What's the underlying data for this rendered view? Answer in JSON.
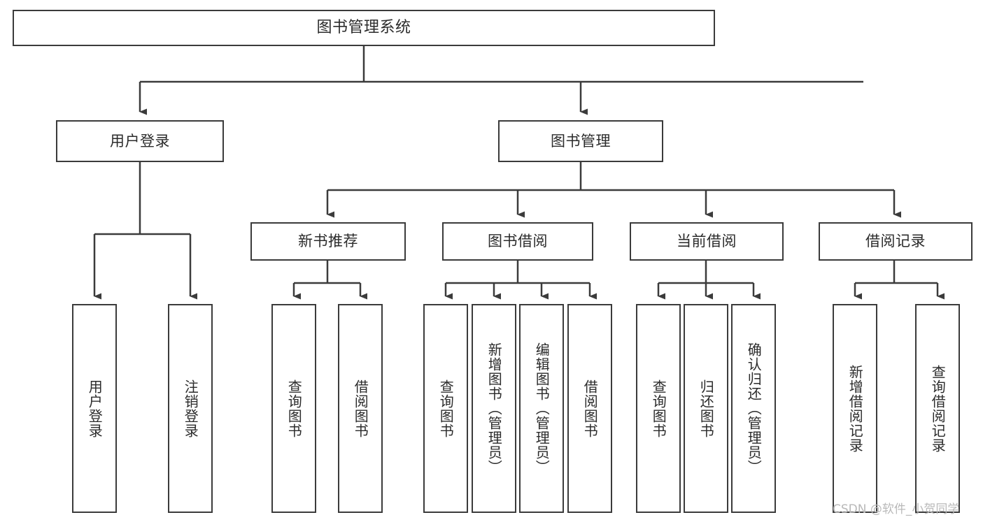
{
  "diagram": {
    "type": "tree",
    "title": "图书管理系统",
    "orientation": "top-down",
    "colors": {
      "box_border": "#3b3b3b",
      "box_fill": "#ffffff",
      "edge": "#3b3b3b",
      "text": "#2b2b2b",
      "watermark": "#b9b9b9",
      "background": "#ffffff"
    },
    "watermark": "CSDN @软件_小贺同学"
  },
  "nodes": {
    "root": {
      "label": "图书管理系统"
    },
    "level1": [
      {
        "id": "user-login",
        "label": "用户登录"
      },
      {
        "id": "book-management",
        "label": "图书管理"
      }
    ],
    "level2": [
      {
        "id": "new-book-recommend",
        "label": "新书推荐"
      },
      {
        "id": "book-borrow",
        "label": "图书借阅"
      },
      {
        "id": "current-borrow",
        "label": "当前借阅"
      },
      {
        "id": "borrow-record",
        "label": "借阅记录"
      }
    ],
    "leaves": {
      "user_login": [
        {
          "id": "leaf-user-login",
          "label": "用户登录"
        },
        {
          "id": "leaf-logout-login",
          "label": "注销登录"
        }
      ],
      "new_book_recommend": [
        {
          "id": "leaf-query-book-1",
          "label": "查询图书"
        },
        {
          "id": "leaf-borrow-book-1",
          "label": "借阅图书"
        }
      ],
      "book_borrow": [
        {
          "id": "leaf-query-book-2",
          "label": "查询图书"
        },
        {
          "id": "leaf-add-book",
          "label": "新增图书（管理员）"
        },
        {
          "id": "leaf-edit-book",
          "label": "编辑图书（管理员）"
        },
        {
          "id": "leaf-borrow-book-2",
          "label": "借阅图书"
        }
      ],
      "current_borrow": [
        {
          "id": "leaf-query-book-3",
          "label": "查询图书"
        },
        {
          "id": "leaf-return-book",
          "label": "归还图书"
        },
        {
          "id": "leaf-confirm-return",
          "label": "确认归还（管理员）"
        }
      ],
      "borrow_record": [
        {
          "id": "leaf-add-record",
          "label": "新增借阅记录"
        },
        {
          "id": "leaf-query-record",
          "label": "查询借阅记录"
        }
      ]
    }
  }
}
